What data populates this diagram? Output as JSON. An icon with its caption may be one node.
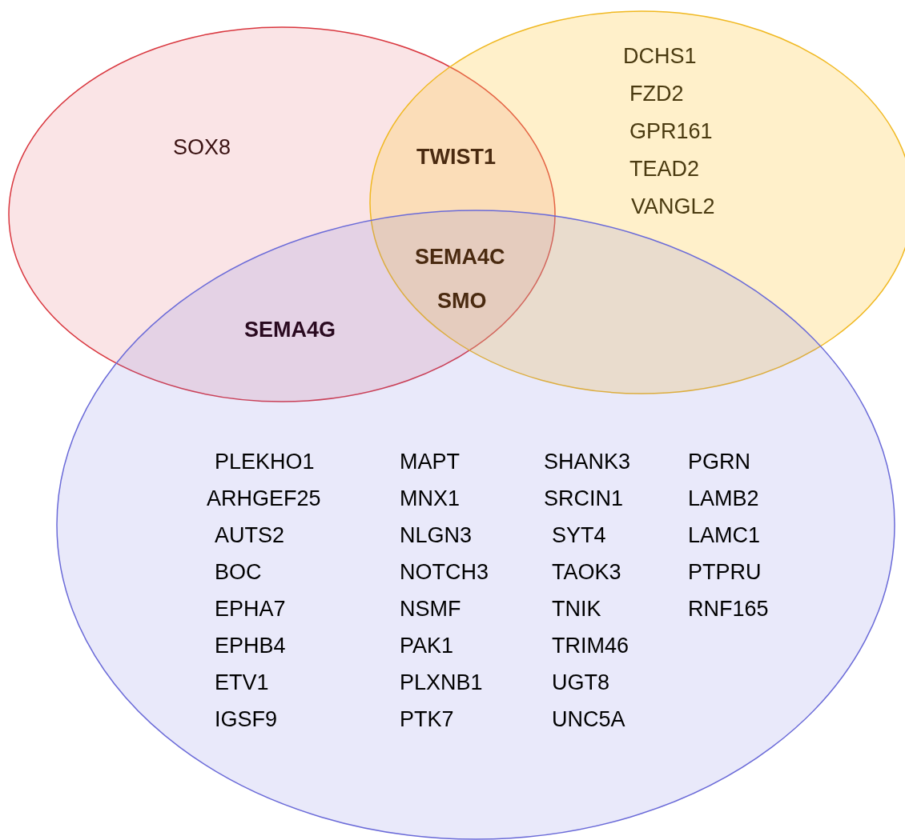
{
  "diagram": {
    "nodes": [
      {
        "text": [
          "SOX8"
        ]
      },
      {
        "text": [
          "DCHS1",
          "FZD2",
          "GPR161",
          "TEAD2",
          "VANGL2"
        ]
      },
      {
        "text": [
          "PLEKHO1",
          "ARHGEF25",
          "AUTS2",
          "BOC",
          "EPHA7",
          "EPHB4",
          "ETV1",
          "IGSF9",
          "MAPT",
          "MNX1",
          "NLGN3",
          "NOTCH3",
          "NSMF",
          "PAK1",
          "PLXNB1",
          "PTK7",
          "SHANK3",
          "SRCIN1",
          "SYT4",
          "TAOK3",
          "TNIK",
          "TRIM46",
          "UGT8",
          "UNC5A",
          "PGRN",
          "LAMB2",
          "LAMC1",
          "PTPRU",
          "RNF165"
        ]
      }
    ],
    "labels": [
      "TWIST1",
      "SEMA4C",
      "SMO",
      "SEMA4G"
    ]
  }
}
